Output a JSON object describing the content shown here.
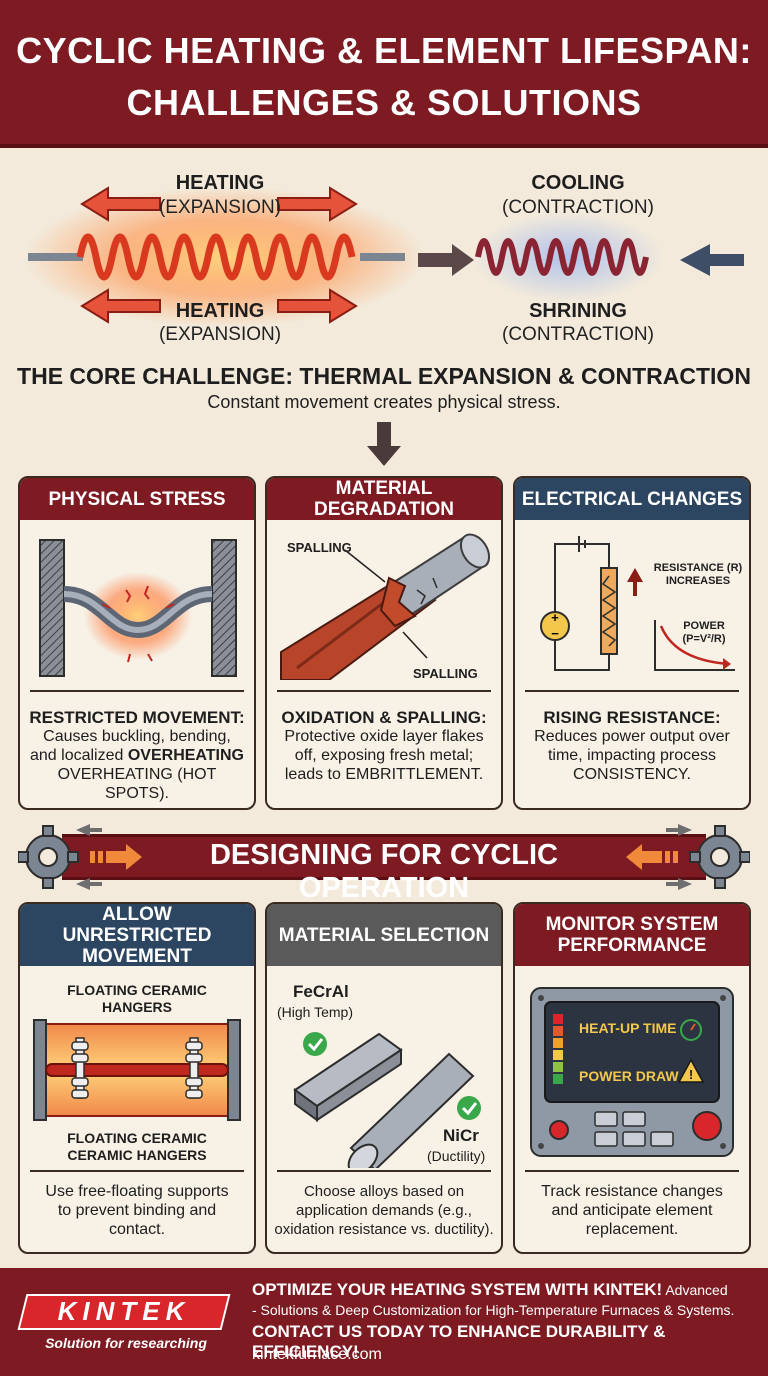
{
  "header": {
    "title_line1": "CYCLIC HEATING & ELEMENT LIFESPAN:",
    "title_line2": "CHALLENGES & SOLUTIONS"
  },
  "thermal": {
    "heating_top": "HEATING",
    "heating_top_sub": "(EXPANSION)",
    "heating_bottom": "HEATING",
    "heating_bottom_sub": "(EXPANSION)",
    "cooling_top": "COOLING",
    "cooling_top_sub": "(CONTRACTION)",
    "cooling_bottom": "SHRINING",
    "cooling_bottom_sub": "(CONTRACTION)",
    "core_title": "THE CORE CHALLENGE: THERMAL EXPANSION & CONTRACTION",
    "core_sub": "Constant movement creates physical stress."
  },
  "challenges": [
    {
      "title": "PHYSICAL STRESS",
      "heading": "RESTRICTED MOVEMENT:",
      "line1": "Causes buckling, bending,",
      "line2_pre": "and localized ",
      "line2_bold": "OVERHEATING",
      "line3": "OVERHEATING (HOT SPOTS)."
    },
    {
      "title": "MATERIAL DEGRADATION",
      "label_top": "SPALLING",
      "label_bottom": "SPALLING",
      "heading": "OXIDATION & SPALLING:",
      "line1": "Protective oxide layer flakes",
      "line2": "off, exposing fresh metal;",
      "line3": "leads to EMBRITTLEMENT."
    },
    {
      "title": "ELECTRICAL CHANGES",
      "resistance_label_1": "RESISTANCE (R)",
      "resistance_label_2": "INCREASES",
      "power_label_1": "POWER",
      "power_label_2": "(P=V²/R)",
      "heading": "RISING RESISTANCE:",
      "line1": "Reduces power output over",
      "line2": "time, impacting process",
      "line3": "CONSISTENCY."
    }
  ],
  "banner": {
    "text": "DESIGNING FOR CYCLIC OPERATION"
  },
  "solutions": [
    {
      "title_1": "ALLOW UNRESTRICTED",
      "title_2": "MOVEMENT",
      "label_top_1": "FLOATING CERAMIC",
      "label_top_2": "HANGERS",
      "label_bottom_1": "FLOATING CERAMIC",
      "label_bottom_2": "CERAMIC HANGERS",
      "line1": "Use free-floating supports",
      "line2": "to prevent binding and",
      "line3": "contact."
    },
    {
      "title": "MATERIAL SELECTION",
      "alloy1": "FeCrAl",
      "alloy1_note": "(High Temp)",
      "alloy2": "NiCr",
      "alloy2_note": "(Ductility)",
      "line1": "Choose alloys based on",
      "line2": "application demands (e.g.,",
      "line3": "oxidation resistance vs. ductility)."
    },
    {
      "title_1": "MONITOR SYSTEM",
      "title_2": "PERFORMANCE",
      "screen_row1": "HEAT-UP TIME",
      "screen_row2": "POWER DRAW",
      "line1": "Track resistance changes",
      "line2": "and anticipate element",
      "line3": "replacement."
    }
  ],
  "footer": {
    "logo": "KINTEK",
    "tagline": "Solution for researching",
    "cta1_bold": "OPTIMIZE YOUR HEATING SYSTEM WITH KINTEK!",
    "cta1_rest": " Advanced",
    "cta1_line2": "- Solutions & Deep Customization for High-Temperature Furnaces & Systems.",
    "cta2": "CONTACT US TODAY TO ENHANCE DURABILITY & EFFICIENCY!",
    "website": "kintekfurnace.com"
  },
  "colors": {
    "brand_red": "#7d1a22",
    "blue": "#2c4561",
    "gray": "#5a5a5a",
    "background": "#f3eadb"
  }
}
